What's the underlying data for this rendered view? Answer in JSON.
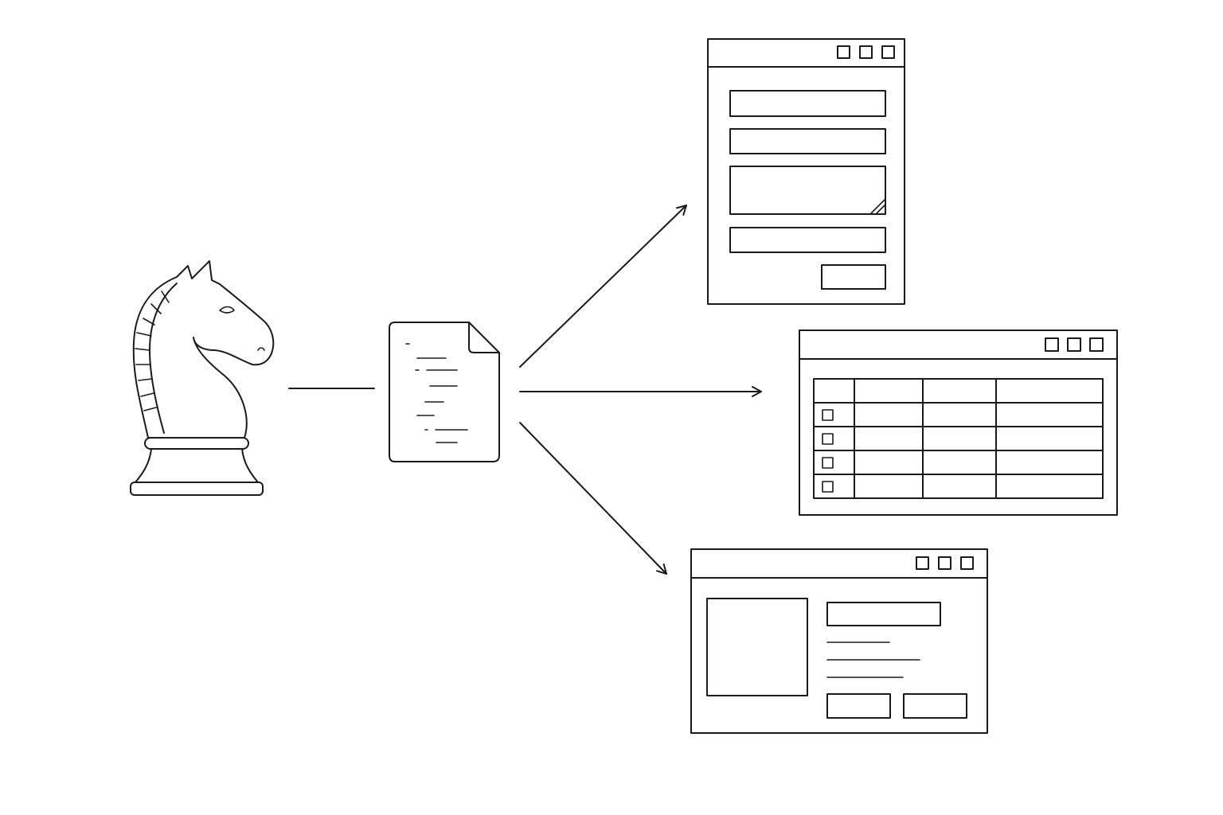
{
  "diagram": {
    "source_icon": "chess-knight-icon",
    "document_icon": "code-document-icon",
    "outputs": [
      {
        "kind": "form-window",
        "icon": "form-window-icon",
        "fields": 4,
        "has_textarea": true,
        "has_submit_button": true
      },
      {
        "kind": "table-window",
        "icon": "table-window-icon",
        "columns": 4,
        "data_rows": 4,
        "row_checkboxes": true
      },
      {
        "kind": "detail-window",
        "icon": "detail-card-window-icon",
        "has_image": true,
        "text_lines": 3,
        "buttons": 2
      }
    ],
    "connector": "arrow",
    "colors": {
      "stroke": "#1a1a1a",
      "background": "#ffffff"
    }
  }
}
